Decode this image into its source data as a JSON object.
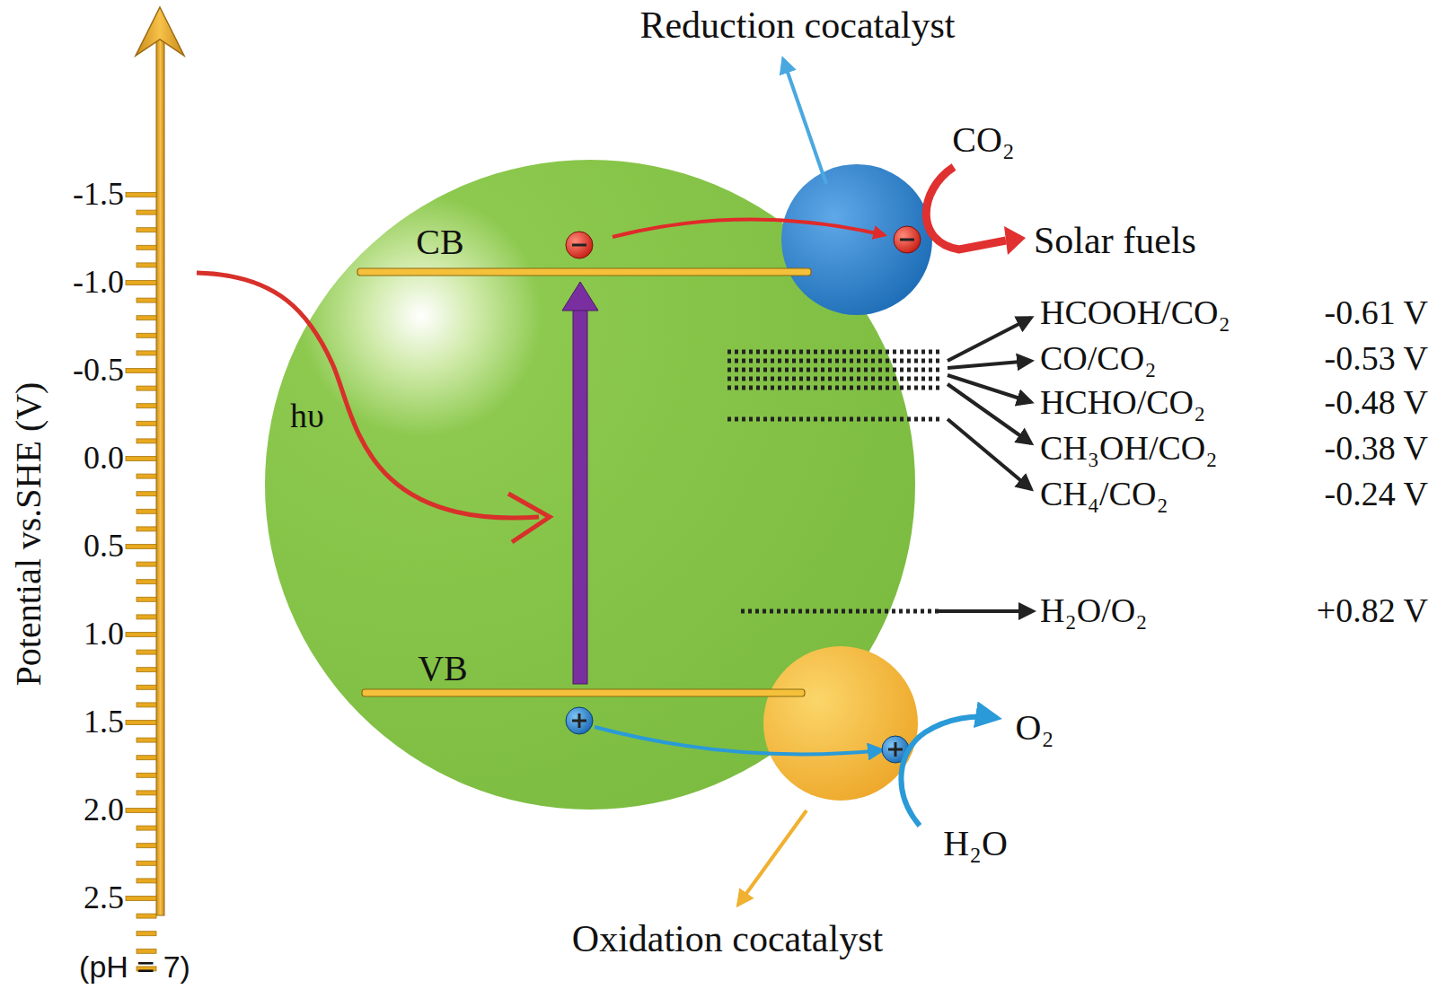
{
  "diagram": {
    "nodes": [
      {
        "text": [
          "CB",
          "hυ",
          "VB"
        ]
      }
    ],
    "labels": [
      "-1.5",
      "-1.0",
      "-0.5",
      "0.0",
      "0.5",
      "1.0",
      "1.5",
      "2.0",
      "2.5",
      "Potential vs.SHE (V)",
      "(pH = 7)",
      "Reduction cocatalyst",
      "CO₂",
      "Solar fuels",
      "HCOOH/CO₂",
      "-0.61 V",
      "CO/CO₂",
      "-0.53 V",
      "HCHO/CO₂",
      "-0.48 V",
      "CH₃OH/CO₂",
      "-0.38 V",
      "CH₄/CO₂",
      "-0.24 V",
      "H₂O/O₂",
      "+0.82 V",
      "O₂",
      "H₂O",
      "Oxidation cocatalyst"
    ]
  }
}
